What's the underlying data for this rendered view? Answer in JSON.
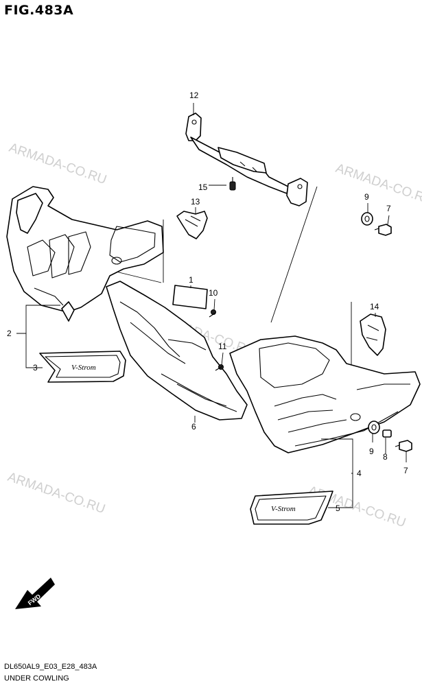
{
  "figure_title": "FIG.483A",
  "footer": {
    "code": "DL650AL9_E03_E28_483A",
    "caption": "UNDER COWLING"
  },
  "watermark": "ARMADA-CO.RU",
  "fwd_label": "FWD",
  "emblem_text": "V-Strom",
  "callouts": {
    "c1": "1",
    "c2": "2",
    "c3": "3",
    "c4": "4",
    "c5": "5",
    "c6": "6",
    "c7a": "7",
    "c7b": "7",
    "c8": "8",
    "c9a": "9",
    "c9b": "9",
    "c10": "10",
    "c11": "11",
    "c12": "12",
    "c13": "13",
    "c14": "14",
    "c15": "15"
  }
}
